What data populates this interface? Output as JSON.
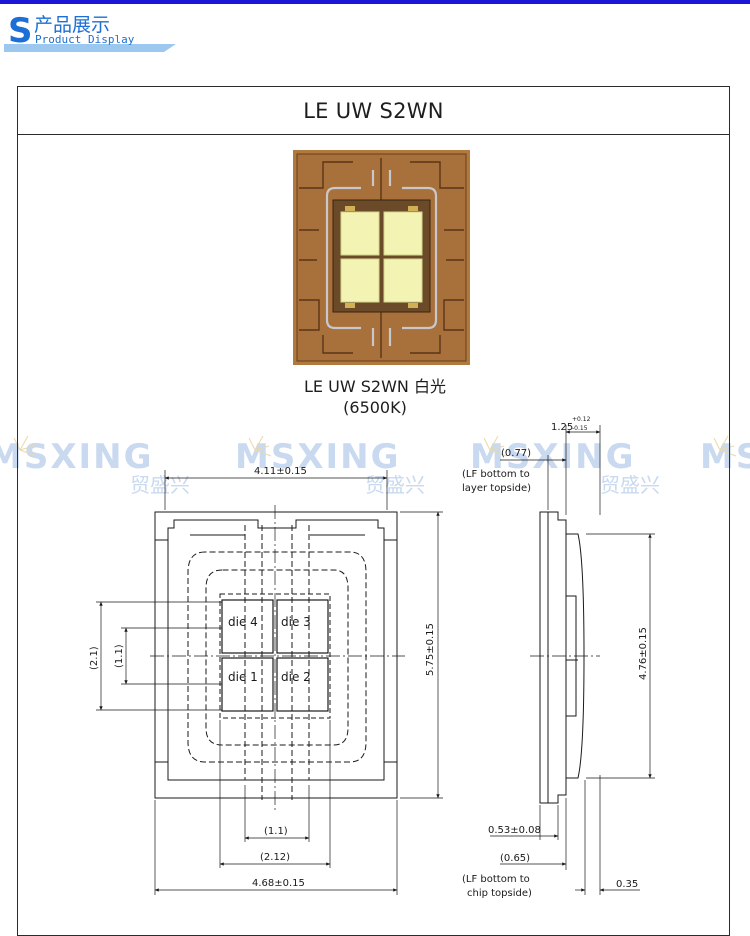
{
  "header": {
    "logo_letter": "S",
    "logo_cn": "产品展示",
    "logo_en": "Product Display"
  },
  "product": {
    "title": "LE UW S2WN",
    "caption_line1": "LE UW S2WN 白光",
    "caption_line2": "(6500K)"
  },
  "watermark": {
    "en": "MSXING",
    "cn": "贸盛兴"
  },
  "drawing": {
    "die_labels": [
      "die 4",
      "die 3",
      "die 1",
      "die 2"
    ],
    "dims": {
      "top_width": "4.11±0.15",
      "bottom_width": "4.68±0.15",
      "height": "5.75±0.15",
      "pitch_1_1_v": "(1.1)",
      "pitch_2_1_v": "(2.1)",
      "pitch_1_1_h": "(1.1)",
      "pitch_2_12_h": "(2.12)",
      "side_thick_main": "1.25",
      "side_thick_tol_plus": "+0.12",
      "side_thick_tol_minus": "-0.15",
      "side_077": "(0.77)",
      "side_077_note_1": "(LF bottom to",
      "side_077_note_2": "layer topside)",
      "side_height": "4.76±0.15",
      "side_053": "0.53±0.08",
      "side_065": "(0.65)",
      "side_065_note_1": "(LF bottom to",
      "side_065_note_2": "chip topside)",
      "side_035": "0.35"
    }
  },
  "colors": {
    "top_bar": "#1a18d6",
    "logo_blue": "#1b6fd6",
    "logo_light": "#9cc8f0",
    "watermark": "#c9d9ef",
    "chip_yellow": "#f3f3b4",
    "package_gold": "#b07a3e"
  }
}
